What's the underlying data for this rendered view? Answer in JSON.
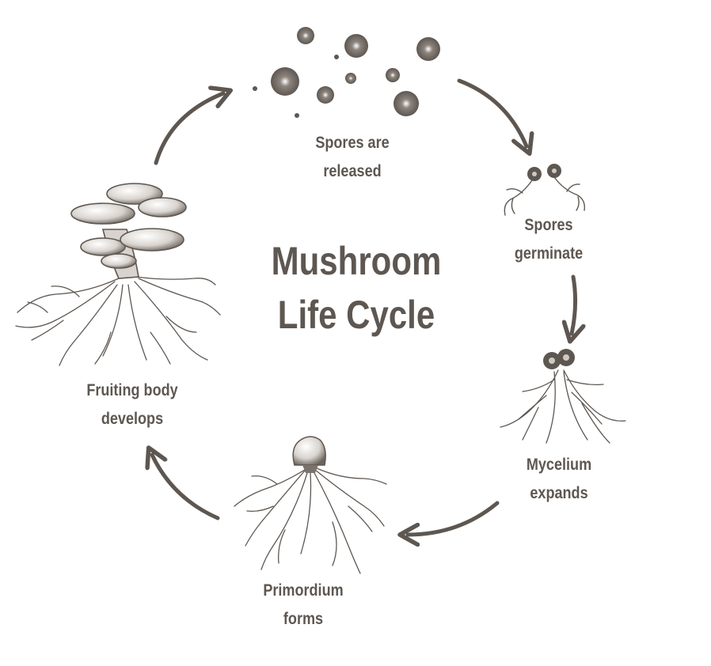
{
  "diagram": {
    "title_line1": "Mushroom",
    "title_line2": "Life Cycle",
    "colors": {
      "ink": "#5e5751",
      "background": "#ffffff"
    },
    "stages": [
      {
        "id": "spores-released",
        "line1": "Spores are",
        "line2": "released",
        "icon": "spores-icon"
      },
      {
        "id": "spores-germinate",
        "line1": "Spores",
        "line2": "germinate",
        "icon": "germinating-spores-icon"
      },
      {
        "id": "mycelium-expands",
        "line1": "Mycelium",
        "line2": "expands",
        "icon": "mycelium-icon"
      },
      {
        "id": "primordium-forms",
        "line1": "Primordium",
        "line2": "forms",
        "icon": "primordium-icon"
      },
      {
        "id": "fruiting-body-develops",
        "line1": "Fruiting body",
        "line2": "develops",
        "icon": "fruiting-body-icon"
      }
    ],
    "connectors": [
      {
        "from": "spores-released",
        "to": "spores-germinate"
      },
      {
        "from": "spores-germinate",
        "to": "mycelium-expands"
      },
      {
        "from": "mycelium-expands",
        "to": "primordium-forms"
      },
      {
        "from": "primordium-forms",
        "to": "fruiting-body-develops"
      },
      {
        "from": "fruiting-body-develops",
        "to": "spores-released"
      }
    ]
  }
}
